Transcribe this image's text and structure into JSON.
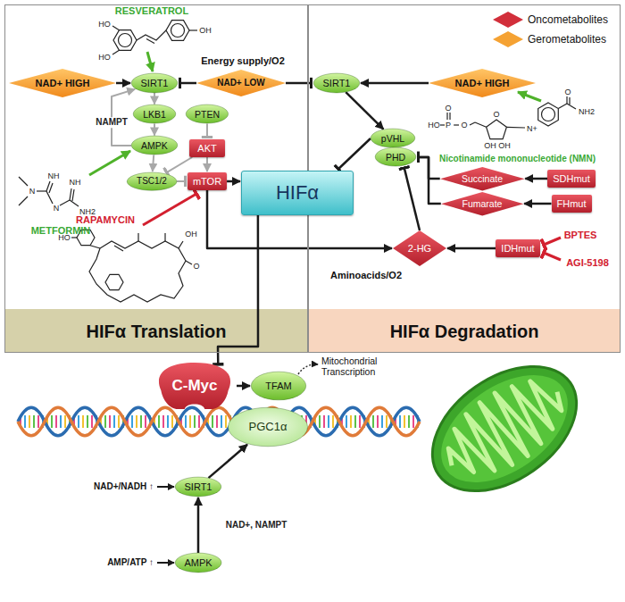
{
  "diagram": {
    "nodes": [
      {
        "text": [
          "HIFα Translation"
        ]
      },
      {
        "text": [
          "HIFα Degradation"
        ]
      },
      {
        "text": [
          "NAD+ HIGH"
        ],
        "in": 0
      },
      {
        "text": [
          "SIRT1"
        ],
        "in": 0
      },
      {
        "text": [
          "NAD+ LOW"
        ],
        "in": 0
      },
      {
        "text": [
          "LKB1"
        ],
        "in": 0
      },
      {
        "text": [
          "PTEN"
        ],
        "in": 0
      },
      {
        "text": [
          "AMPK"
        ],
        "in": 0
      },
      {
        "text": [
          "AKT"
        ],
        "in": 0
      },
      {
        "text": [
          "TSC1/2"
        ],
        "in": 0
      },
      {
        "text": [
          "mTOR"
        ],
        "in": 0
      },
      {
        "text": [
          "SIRT1"
        ],
        "in": 1
      },
      {
        "text": [
          "NAD+ HIGH"
        ],
        "in": 1
      },
      {
        "text": [
          "pVHL"
        ],
        "in": 1
      },
      {
        "text": [
          "PHD"
        ],
        "in": 1
      },
      {
        "text": [
          "Succinate"
        ],
        "in": 1
      },
      {
        "text": [
          "SDHmut"
        ],
        "in": 1
      },
      {
        "text": [
          "Fumarate"
        ],
        "in": 1
      },
      {
        "text": [
          "FHmut"
        ],
        "in": 1
      },
      {
        "text": [
          "2-HG"
        ],
        "in": 1
      },
      {
        "text": [
          "IDHmut"
        ],
        "in": 1
      },
      {
        "text": [
          "HIFα"
        ]
      },
      {
        "text": [
          "C-Myc"
        ]
      },
      {
        "text": [
          "TFAM"
        ]
      },
      {
        "text": [
          "PGC1α"
        ]
      },
      {
        "text": [
          "SIRT1"
        ]
      },
      {
        "text": [
          "AMPK"
        ]
      }
    ],
    "edges": [
      {
        "from": 2,
        "to": 3,
        "arrow": "to"
      },
      {
        "from": 4,
        "to": 3,
        "arrow": "to"
      },
      {
        "from": 4,
        "to": 11,
        "arrow": "to"
      },
      {
        "from": 3,
        "to": 5,
        "arrow": "to"
      },
      {
        "from": 5,
        "to": 7,
        "arrow": "to"
      },
      {
        "from": 7,
        "to": 3,
        "label": "NAMPT",
        "arrow": "to"
      },
      {
        "from": 7,
        "to": 9,
        "arrow": "to"
      },
      {
        "from": 6,
        "to": 8,
        "arrow": "to"
      },
      {
        "from": 8,
        "to": 9,
        "arrow": "to"
      },
      {
        "from": 8,
        "to": 10,
        "arrow": "to"
      },
      {
        "from": 9,
        "to": 10,
        "arrow": "to"
      },
      {
        "from": 10,
        "to": 21,
        "arrow": "to"
      },
      {
        "from": 10,
        "to": 19,
        "arrow": "to"
      },
      {
        "from": 12,
        "to": 11,
        "arrow": "to"
      },
      {
        "from": 11,
        "to": 13,
        "arrow": "to"
      },
      {
        "from": 13,
        "to": 21,
        "arrow": "to"
      },
      {
        "from": 15,
        "to": 14,
        "arrow": "to"
      },
      {
        "from": 17,
        "to": 14,
        "arrow": "to"
      },
      {
        "from": 16,
        "to": 15,
        "arrow": "to"
      },
      {
        "from": 18,
        "to": 17,
        "arrow": "to"
      },
      {
        "from": 19,
        "to": 14,
        "arrow": "to"
      },
      {
        "from": 20,
        "to": 19,
        "arrow": "to"
      },
      {
        "from": 21,
        "to": 22,
        "arrow": "to"
      },
      {
        "from": 22,
        "to": 23,
        "arrow": "to"
      },
      {
        "from": 25,
        "to": 24,
        "arrow": "to"
      },
      {
        "from": 26,
        "to": 25,
        "label": "NAD+, NAMPT",
        "arrow": "to"
      }
    ],
    "labels": [
      "RESVERATROL",
      "Energy supply/O2",
      "METFORMIN",
      "RAPAMYCIN",
      "Nicotinamide mononucleotide (NMN)",
      "BPTES",
      "AGI-5198",
      "Aminoacids/O2",
      "Mitochondrial Transcription",
      "NAD+/NADH ↑",
      "AMP/ATP ↑",
      "HO",
      "HO",
      "OH",
      "N",
      "NH",
      "N",
      "NH",
      "NH2",
      "HO",
      "OH",
      "O",
      "HO",
      "P",
      "O",
      "O",
      "O",
      "OH",
      "OH",
      "N+",
      "O",
      "NH2"
    ],
    "legend": [
      {
        "text": "Oncometabolites",
        "color": "#d22f3b"
      },
      {
        "text": "Gerometabolites",
        "color": "#f5a233"
      }
    ]
  }
}
